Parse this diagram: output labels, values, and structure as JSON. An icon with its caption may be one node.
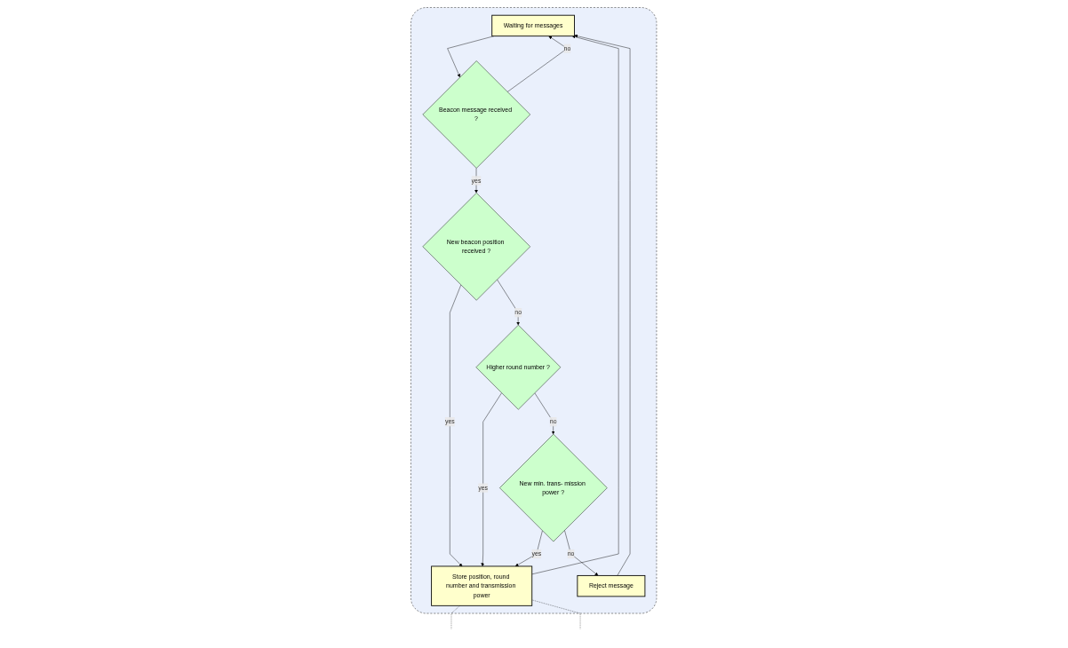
{
  "diagram": {
    "nodes": [
      {
        "text": [],
        "shape": "box"
      },
      {
        "text": [
          "Waiting for messages"
        ],
        "in": 0
      },
      {
        "text": [
          "Beacon message received ?"
        ],
        "in": 0
      },
      {
        "text": [
          "New beacon position received ?"
        ],
        "in": 0
      },
      {
        "text": [
          "Higher round number ?"
        ],
        "in": 0
      },
      {
        "text": [
          "New min. trans- mission power ?"
        ],
        "in": 0
      },
      {
        "text": [
          "Reject message"
        ],
        "in": 0
      },
      {
        "text": [
          "Store position, round number and transmission power"
        ],
        "in": 0
      }
    ],
    "edges": [
      {
        "from": 1,
        "to": 2,
        "arrow": "to"
      },
      {
        "from": 2,
        "to": 1,
        "arrow": "to",
        "label": "no"
      },
      {
        "from": 2,
        "to": 3,
        "arrow": "to",
        "label": "yes"
      },
      {
        "from": 3,
        "to": 7,
        "arrow": "to",
        "label": "yes"
      },
      {
        "from": 3,
        "to": 4,
        "arrow": "to",
        "label": "no"
      },
      {
        "from": 4,
        "to": 7,
        "arrow": "to",
        "label": "yes"
      },
      {
        "from": 4,
        "to": 5,
        "arrow": "to",
        "label": "no"
      },
      {
        "from": 5,
        "to": 7,
        "arrow": "to",
        "label": "yes"
      },
      {
        "from": 5,
        "to": 6,
        "arrow": "to",
        "label": "no"
      },
      {
        "from": 6,
        "to": 1,
        "arrow": "to"
      },
      {
        "from": 7,
        "to": 1,
        "arrow": "to"
      },
      {
        "from": 7,
        "to": null,
        "arrow": "none",
        "style": "dashed"
      },
      {
        "from": 7,
        "to": null,
        "arrow": "none",
        "style": "dashed"
      }
    ]
  }
}
